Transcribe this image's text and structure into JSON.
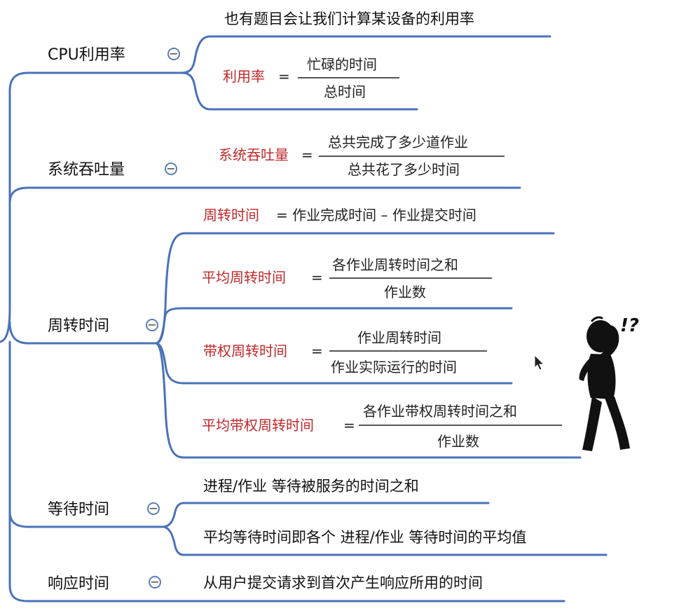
{
  "topics": {
    "cpu": "CPU利用率",
    "throughput": "系统吞吐量",
    "turnaround": "周转时间",
    "waiting": "等待时间",
    "response": "响应时间"
  },
  "collapse_symbol": "−",
  "cpu": {
    "note": "也有题目会让我们计算某设备的利用率",
    "formula": {
      "label": "利用率",
      "eq": "=",
      "num": "忙碌的时间",
      "den": "总时间"
    }
  },
  "throughput": {
    "formula": {
      "label": "系统吞吐量",
      "eq": "=",
      "num": "总共完成了多少道作业",
      "den": "总共花了多少时间"
    }
  },
  "turnaround": {
    "f1": {
      "label": "周转时间",
      "rest": "= 作业完成时间 – 作业提交时间"
    },
    "f2": {
      "label": "平均周转时间",
      "eq": "=",
      "num": "各作业周转时间之和",
      "den": "作业数"
    },
    "f3": {
      "label": "带权周转时间",
      "eq": "=",
      "num": "作业周转时间",
      "den": "作业实际运行的时间"
    },
    "f4": {
      "label": "平均带权周转时间",
      "eq": "=",
      "num": "各作业带权周转时间之和",
      "den": "作业数"
    }
  },
  "waiting": {
    "item1": "进程/作业 等待被服务的时间之和",
    "item2": "平均等待时间即各个 进程/作业 等待时间的平均值"
  },
  "response": {
    "item1": "从用户提交请求到首次产生响应所用的时间"
  },
  "figure_exclaim": "!?"
}
